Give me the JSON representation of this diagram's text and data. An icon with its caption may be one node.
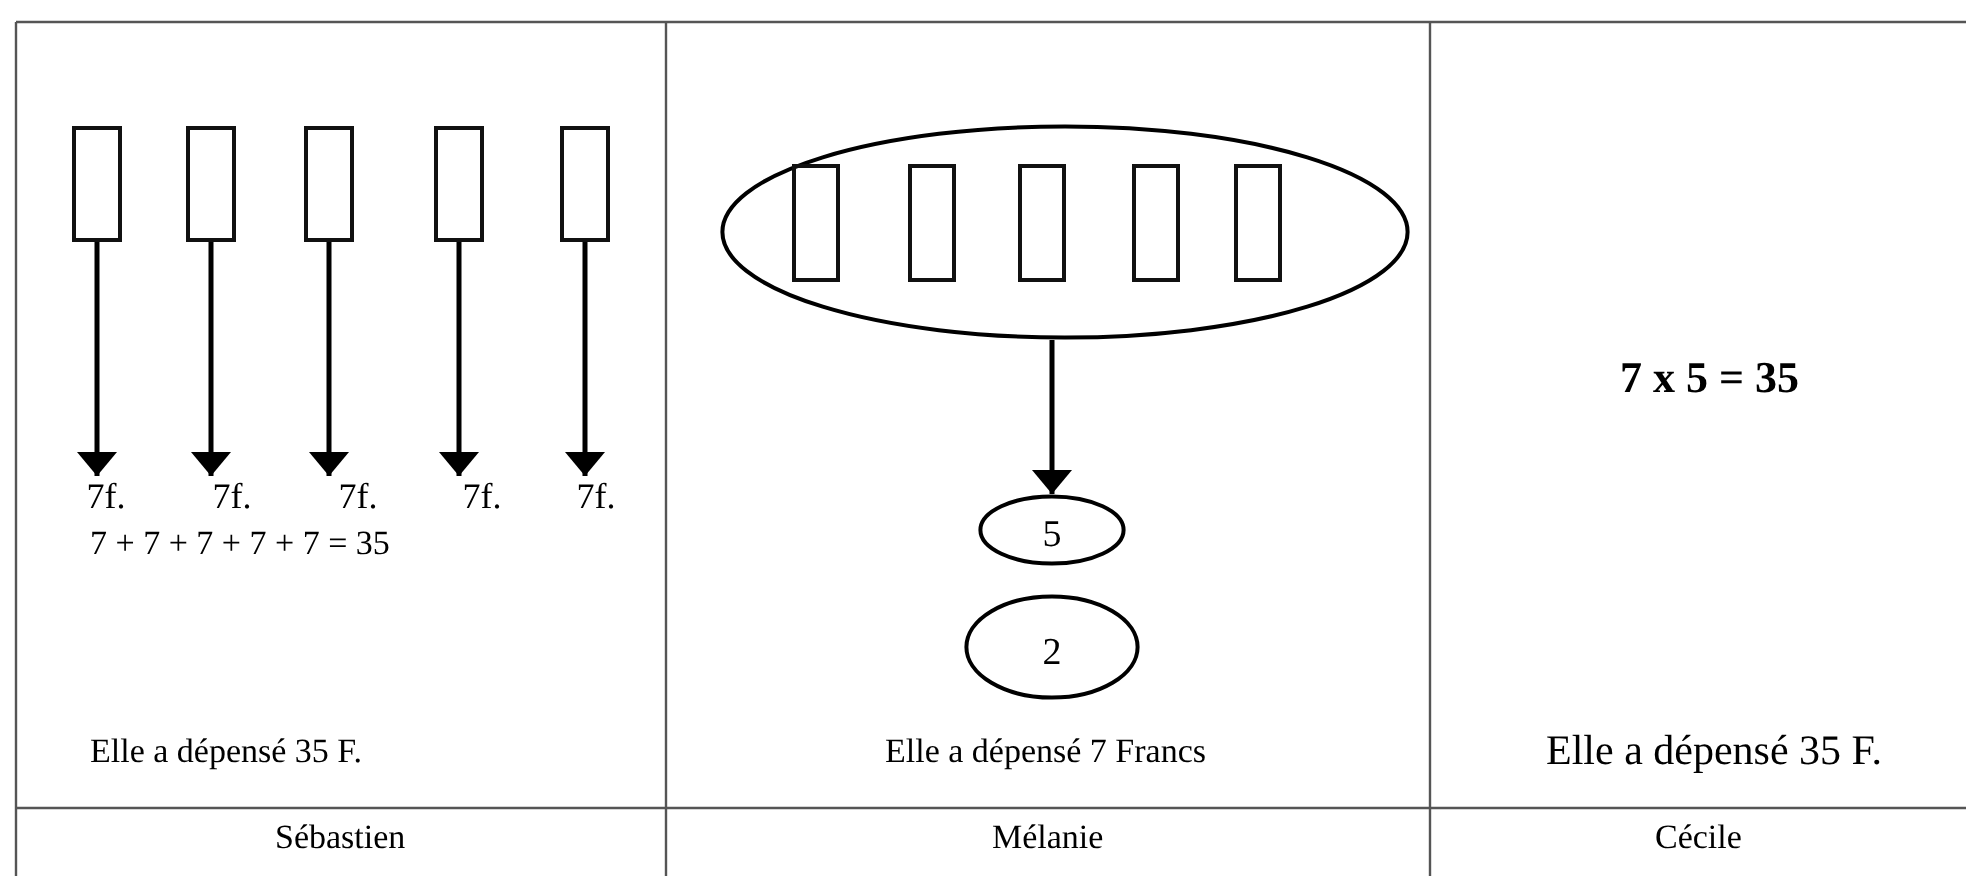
{
  "diagram": {
    "nodes": [
      {
        "text": [],
        "shape": "box"
      },
      {
        "text": [],
        "shape": "box"
      },
      {
        "text": [],
        "shape": "box"
      },
      {
        "text": [],
        "shape": "box"
      },
      {
        "text": [],
        "shape": "box"
      },
      {
        "text": [
          "7f."
        ]
      },
      {
        "text": [
          "7f."
        ]
      },
      {
        "text": [
          "7f."
        ]
      },
      {
        "text": [
          "7f."
        ]
      },
      {
        "text": [
          "7f."
        ]
      },
      {
        "text": [],
        "shape": "ellipse"
      },
      {
        "text": [],
        "shape": "box",
        "in": 10
      },
      {
        "text": [],
        "shape": "box",
        "in": 10
      },
      {
        "text": [],
        "shape": "box",
        "in": 10
      },
      {
        "text": [],
        "shape": "box",
        "in": 10
      },
      {
        "text": [],
        "shape": "box",
        "in": 10
      },
      {
        "text": [
          "5"
        ]
      },
      {
        "text": [
          "2"
        ]
      }
    ],
    "edges": [
      {
        "from": 0,
        "to": 5,
        "arrow": "to"
      },
      {
        "from": 1,
        "to": 6,
        "arrow": "to"
      },
      {
        "from": 2,
        "to": 7,
        "arrow": "to"
      },
      {
        "from": 3,
        "to": 8,
        "arrow": "to"
      },
      {
        "from": 4,
        "to": 9,
        "arrow": "to"
      },
      {
        "from": 10,
        "to": 16,
        "arrow": "to"
      }
    ],
    "labels": [
      "7 + 7 + 7 + 7 + 7 = 35",
      "Elle a dépensé 35 F.",
      "Elle a dépensé 7 Francs",
      "7 x 5 = 35",
      "Elle a dépensé 35 F.",
      "Sébastien",
      "Mélanie",
      "Cécile"
    ]
  }
}
